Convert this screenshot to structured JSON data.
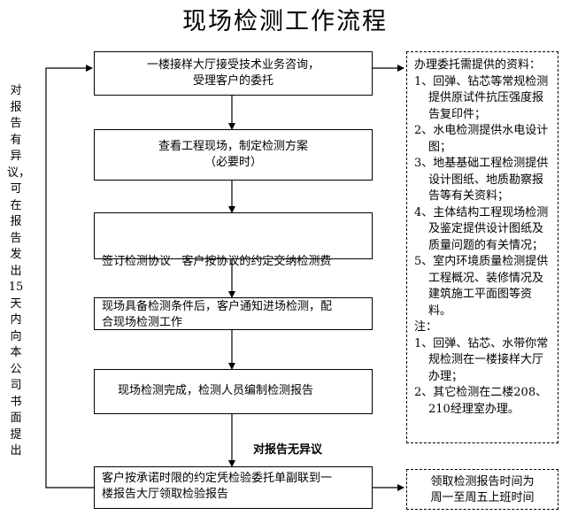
{
  "title": "现场检测工作流程",
  "flow_steps": [
    {
      "line1": "一楼接样大厅接受技术业务咨询，",
      "line2": "受理客户的委托"
    },
    {
      "line1": "查看工程现场，制定检测方案",
      "line2": "（必要时）"
    },
    {
      "line1": "签订检测协议   客户按协议的约定交纳检测费",
      "line2": ""
    },
    {
      "line1": "现场具备检测条件后，客户通知进场检测，配",
      "line2": "合现场检测工作"
    },
    {
      "line1": "现场检测完成，检测人员编制检测报告",
      "line2": ""
    },
    {
      "line1": "客户按承诺时限的约定凭检验委托单副联到一",
      "line2": "楼报告大厅领取检验报告"
    }
  ],
  "left_note": "对报告有异议，可在报告发出15天内向本公司书面提出",
  "no_objection_label": "对报告无异议",
  "right_box": {
    "heading": "办理委托需提供的资料：",
    "items": [
      "1、回弹、钻芯等常规检测提供原试件抗压强度报告复印件；",
      "2、水电检测提供水电设计图；",
      "3、地基基础工程检测提供设计图纸、地质勘察报告等有关资料；",
      "4、主体结构工程现场检测及鉴定提供设计图纸及质量问题的有关情况；",
      "5、室内环境质量检测提供工程概况、装修情况及建筑施工平面图等资料。"
    ],
    "note_heading": "注：",
    "notes": [
      "1、回弹、钻芯、水带你常规检测在一楼接样大厅办理；",
      "2、其它检测在二楼208、210经理室办理。"
    ]
  },
  "bottom_right_box": {
    "line1": "领取检测报告时间为",
    "line2": "周一至周五上班时间"
  }
}
